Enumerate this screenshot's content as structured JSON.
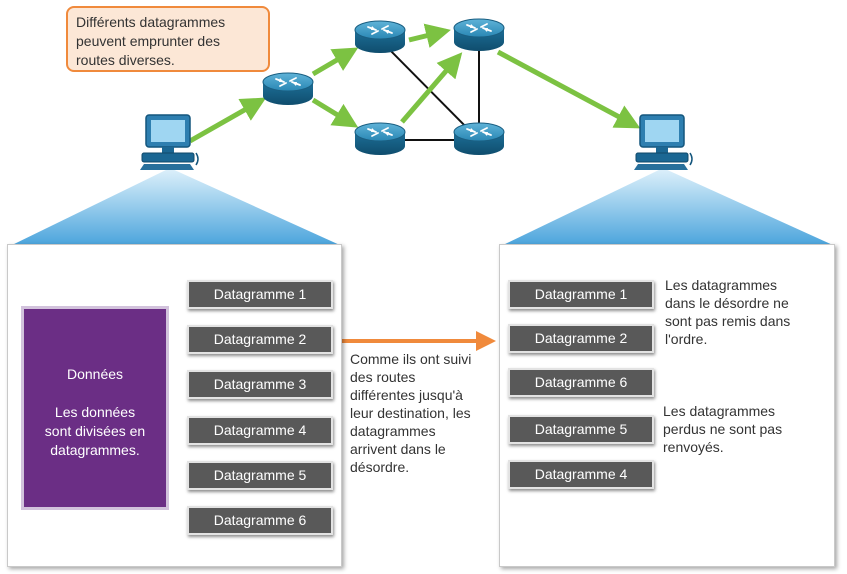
{
  "callout": {
    "lines": [
      "Différents datagrammes",
      "peuvent emprunter des",
      "routes diverses."
    ]
  },
  "source": {
    "data_title": "Données",
    "data_lines": [
      "Les données",
      "sont divisées en",
      "datagrammes."
    ],
    "datagrams": [
      "Datagramme 1",
      "Datagramme 2",
      "Datagramme 3",
      "Datagramme 4",
      "Datagramme 5",
      "Datagramme 6"
    ]
  },
  "middle_note": {
    "lines": [
      "Comme ils ont suivi",
      "des routes",
      "différentes jusqu'à",
      "leur destination, les",
      "datagrammes",
      "arrivent dans le",
      "désordre."
    ]
  },
  "destination": {
    "datagrams": [
      "Datagramme 1",
      "Datagramme 2",
      "Datagramme 6",
      "Datagramme 5",
      "Datagramme 4"
    ],
    "note_order": [
      "Les datagrammes",
      "dans le désordre ne",
      "sont pas remis dans",
      "l'ordre."
    ],
    "note_lost": [
      "Les datagrammes",
      "perdus ne sont pas",
      "renvoyés."
    ]
  },
  "colors": {
    "route_arrow": "#7cc242",
    "callout_border": "#f08a3c",
    "data_box": "#6b2e85",
    "datagram": "#595959",
    "router": "#1e6f96",
    "beam": "#4aa4dc",
    "transfer_arrow": "#f08a3c"
  },
  "icons": {
    "router": "router-icon",
    "computer": "computer-icon"
  }
}
